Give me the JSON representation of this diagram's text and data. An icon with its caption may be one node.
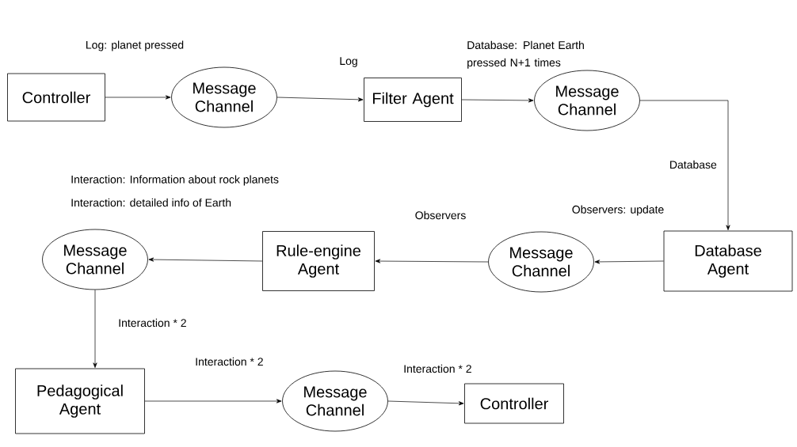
{
  "diagram": {
    "nodes": [
      {
        "text": [
          "Controller"
        ]
      },
      {
        "text": [
          "Message Channel"
        ]
      },
      {
        "text": [
          "Filter Agent"
        ]
      },
      {
        "text": [
          "Message Channel"
        ]
      },
      {
        "text": [
          "Database Agent"
        ]
      },
      {
        "text": [
          "Message Channel"
        ]
      },
      {
        "text": [
          "Rule-engine Agent"
        ]
      },
      {
        "text": [
          "Message Channel"
        ]
      },
      {
        "text": [
          "Pedagogical Agent"
        ]
      },
      {
        "text": [
          "Message Channel"
        ]
      },
      {
        "text": [
          "Controller"
        ]
      }
    ],
    "edges": [
      {
        "from": 0,
        "to": 1,
        "arrow": "to",
        "label": "Log: planet pressed"
      },
      {
        "from": 1,
        "to": 2,
        "arrow": "to",
        "label": "Log"
      },
      {
        "from": 2,
        "to": 3,
        "arrow": "to",
        "label": "Database: Planet Earth pressed N+1 times"
      },
      {
        "from": 3,
        "to": 4,
        "arrow": "to",
        "label": "Database"
      },
      {
        "from": 4,
        "to": 5,
        "arrow": "to",
        "label": "Observers: update"
      },
      {
        "from": 5,
        "to": 6,
        "arrow": "to",
        "label": "Observers"
      },
      {
        "from": 6,
        "to": 7,
        "arrow": "to"
      },
      {
        "from": 7,
        "to": 8,
        "arrow": "to",
        "label": "Interaction * 2"
      },
      {
        "from": 8,
        "to": 9,
        "arrow": "to",
        "label": "Interaction * 2"
      },
      {
        "from": 9,
        "to": 10,
        "arrow": "to",
        "label": "Interaction * 2"
      }
    ],
    "labels": [
      "Interaction: Information about rock planets",
      "Interaction: detailed info of Earth"
    ]
  }
}
